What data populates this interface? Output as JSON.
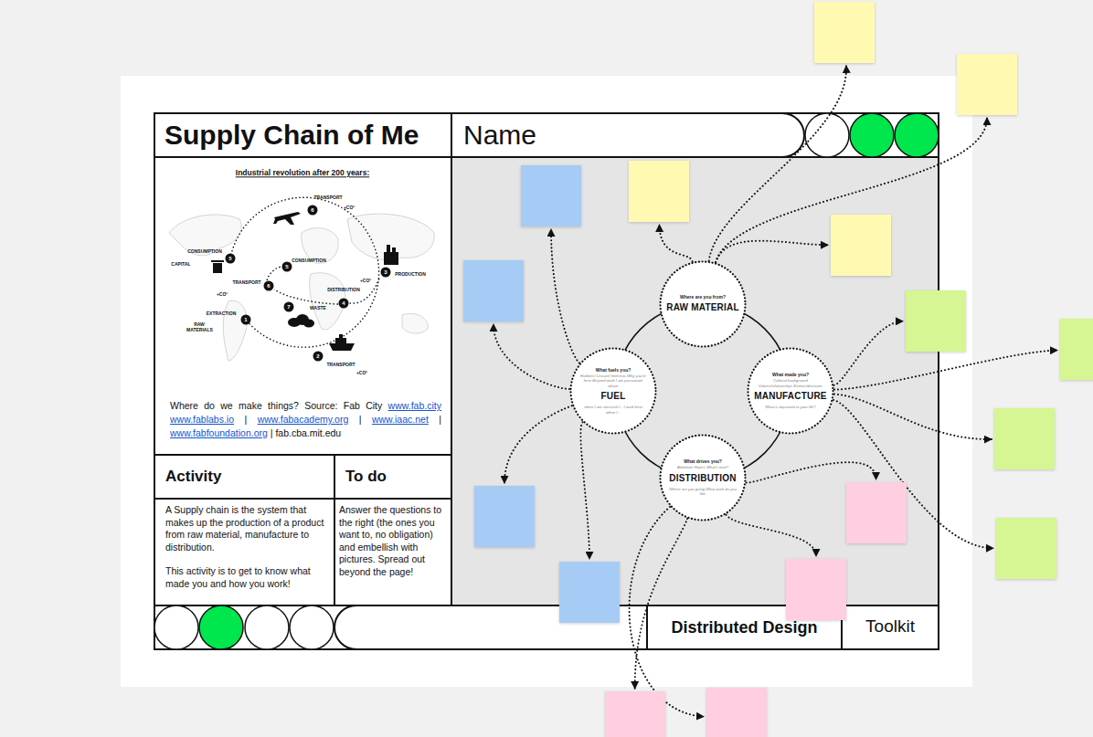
{
  "diagram": {
    "title": "Supply Chain of Me",
    "nodes": [
      {
        "text": [
          "Name"
        ]
      },
      {
        "text": [
          "Where do we make things? Source: Fab City www.fab.city www.fablabs.io | www.fabacademy.org | www.iaac.net | www.fabfoundation.org | fab.cba.mit.edu"
        ]
      },
      {
        "text": [
          "Activity",
          "A Supply chain is the system that makes up the production of a product from raw material, manufacture to distribution.",
          "This activity is to get to know what made you and how you work!"
        ]
      },
      {
        "text": [
          "To do",
          "Answer the questions to the right (the ones you want to, no obligation) and embellish with pictures. Spread out beyond the page!"
        ]
      },
      {
        "text": [
          "Distributed Design"
        ]
      },
      {
        "text": [
          "Toolkit"
        ]
      },
      {
        "text": [
          "Where are you from?",
          "RAW MATERIAL"
        ]
      },
      {
        "text": [
          "What fuels you?",
          "Hobbies/ Leisure/ Interests Why you're here Beyond work I am passionate about:",
          "FUEL",
          "when I am stressed I... I work best when I..."
        ]
      },
      {
        "text": [
          "What made you?",
          "Cultural background Values/relationships Events/decisions",
          "MANUFACTURE",
          "What is important to your life?"
        ]
      },
      {
        "text": [
          "What drives you?",
          "Ambition/ Hopes What's next?",
          "DISTRIBUTION",
          "Where are you going What work do you like"
        ]
      },
      {
        "text": []
      },
      {
        "text": []
      },
      {
        "text": []
      },
      {
        "text": []
      },
      {
        "text": []
      },
      {
        "text": []
      },
      {
        "text": []
      },
      {
        "text": []
      },
      {
        "text": []
      },
      {
        "text": []
      },
      {
        "text": []
      },
      {
        "text": []
      },
      {
        "text": []
      },
      {
        "text": []
      },
      {
        "text": []
      },
      {
        "text": []
      }
    ],
    "edges": [
      {
        "from": 6,
        "to": 10,
        "arrow": "to"
      },
      {
        "from": 6,
        "to": 11,
        "arrow": "to"
      },
      {
        "from": 6,
        "to": 12,
        "arrow": "to"
      },
      {
        "from": 6,
        "to": 13,
        "arrow": "to"
      },
      {
        "from": 7,
        "to": 14,
        "arrow": "to"
      },
      {
        "from": 7,
        "to": 15,
        "arrow": "to"
      },
      {
        "from": 7,
        "to": 16,
        "arrow": "to"
      },
      {
        "from": 7,
        "to": 17,
        "arrow": "to"
      },
      {
        "from": 8,
        "to": 18,
        "arrow": "to"
      },
      {
        "from": 8,
        "to": 19,
        "arrow": "to"
      },
      {
        "from": 8,
        "to": 20,
        "arrow": "to"
      },
      {
        "from": 8,
        "to": 21,
        "arrow": "to"
      },
      {
        "from": 9,
        "to": 22,
        "arrow": "to"
      },
      {
        "from": 9,
        "to": 23,
        "arrow": "to"
      },
      {
        "from": 9,
        "to": 24,
        "arrow": "to"
      },
      {
        "from": 9,
        "to": 25,
        "arrow": "to"
      }
    ],
    "labels": [
      "Industrial revolution after 200 years:",
      "TRANSPORT",
      "+CO²",
      "6",
      "CONSUMPTION",
      "CAPITAL",
      "5",
      "CONSUMPTION",
      "5",
      "3",
      "PRODUCTION",
      "+CO²",
      "DISTRIBUTION",
      "TRANSPORT",
      "6",
      "+CO²",
      "4",
      "7",
      "WASTE",
      "EXTRACTION",
      "1",
      "RAW MATERIALS",
      "2",
      "TRANSPORT",
      "+CO²"
    ]
  }
}
